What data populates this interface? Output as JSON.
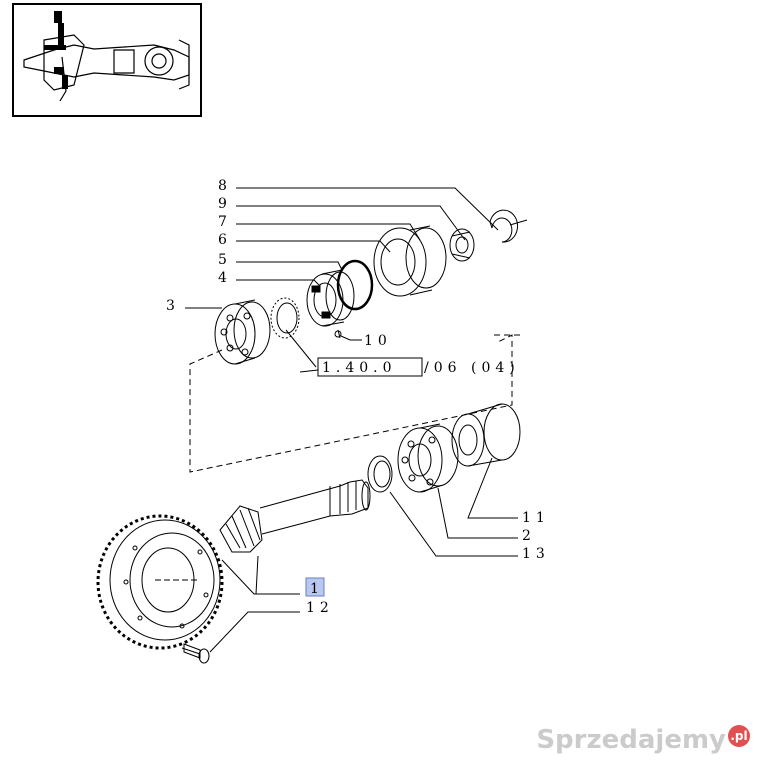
{
  "callouts": {
    "c8": "8",
    "c9": "9",
    "c7": "7",
    "c6": "6",
    "c5": "5",
    "c4": "4",
    "c3": "3",
    "c10": "10",
    "c11": "11",
    "c2": "2",
    "c13": "13",
    "c1": "1",
    "c12": "12"
  },
  "reference": {
    "boxed": "1.40.0",
    "suffix": "/06 (04)"
  },
  "watermark": {
    "text": "Sprzedajemy",
    "badge": ".pl"
  },
  "colors": {
    "line": "#000000",
    "highlight": "#b8c8ee"
  }
}
